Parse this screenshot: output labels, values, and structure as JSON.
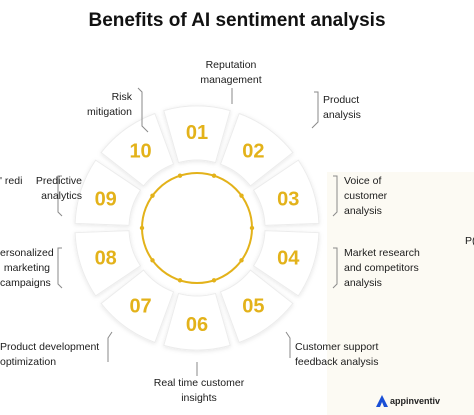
{
  "title": "Benefits of AI sentiment analysis",
  "segments": [
    {
      "number": "01",
      "label_lines": [
        "Reputation",
        "management"
      ]
    },
    {
      "number": "02",
      "label_lines": [
        "Product",
        "analysis"
      ]
    },
    {
      "number": "03",
      "label_lines": [
        "Voice of",
        "customer",
        "analysis"
      ]
    },
    {
      "number": "04",
      "label_lines": [
        "Market research",
        "and competitors",
        "analysis"
      ]
    },
    {
      "number": "05",
      "label_lines": [
        "Customer support",
        "feedback analysis"
      ]
    },
    {
      "number": "06",
      "label_lines": [
        "Real time customer",
        "insights"
      ]
    },
    {
      "number": "07",
      "label_lines": [
        "Product development",
        "optimization"
      ]
    },
    {
      "number": "08",
      "label_lines": [
        "ersonalized",
        "marketing",
        "campaigns"
      ]
    },
    {
      "number": "09",
      "label_lines": [
        "Predictive",
        "analytics"
      ]
    },
    {
      "number": "10",
      "label_lines": [
        "Risk",
        "mitigation"
      ]
    }
  ],
  "fragments": {
    "left_overlap": "Predictive",
    "left_overlap_clip": "' redi",
    "right_edge": "P("
  },
  "brand": {
    "name": "appinventiv"
  },
  "colors": {
    "accent": "#e3b21a",
    "segment_fill": "#ffffff",
    "segment_stroke": "#ececec",
    "leader_line": "#8a8a8a",
    "text": "#1c1c1c"
  }
}
